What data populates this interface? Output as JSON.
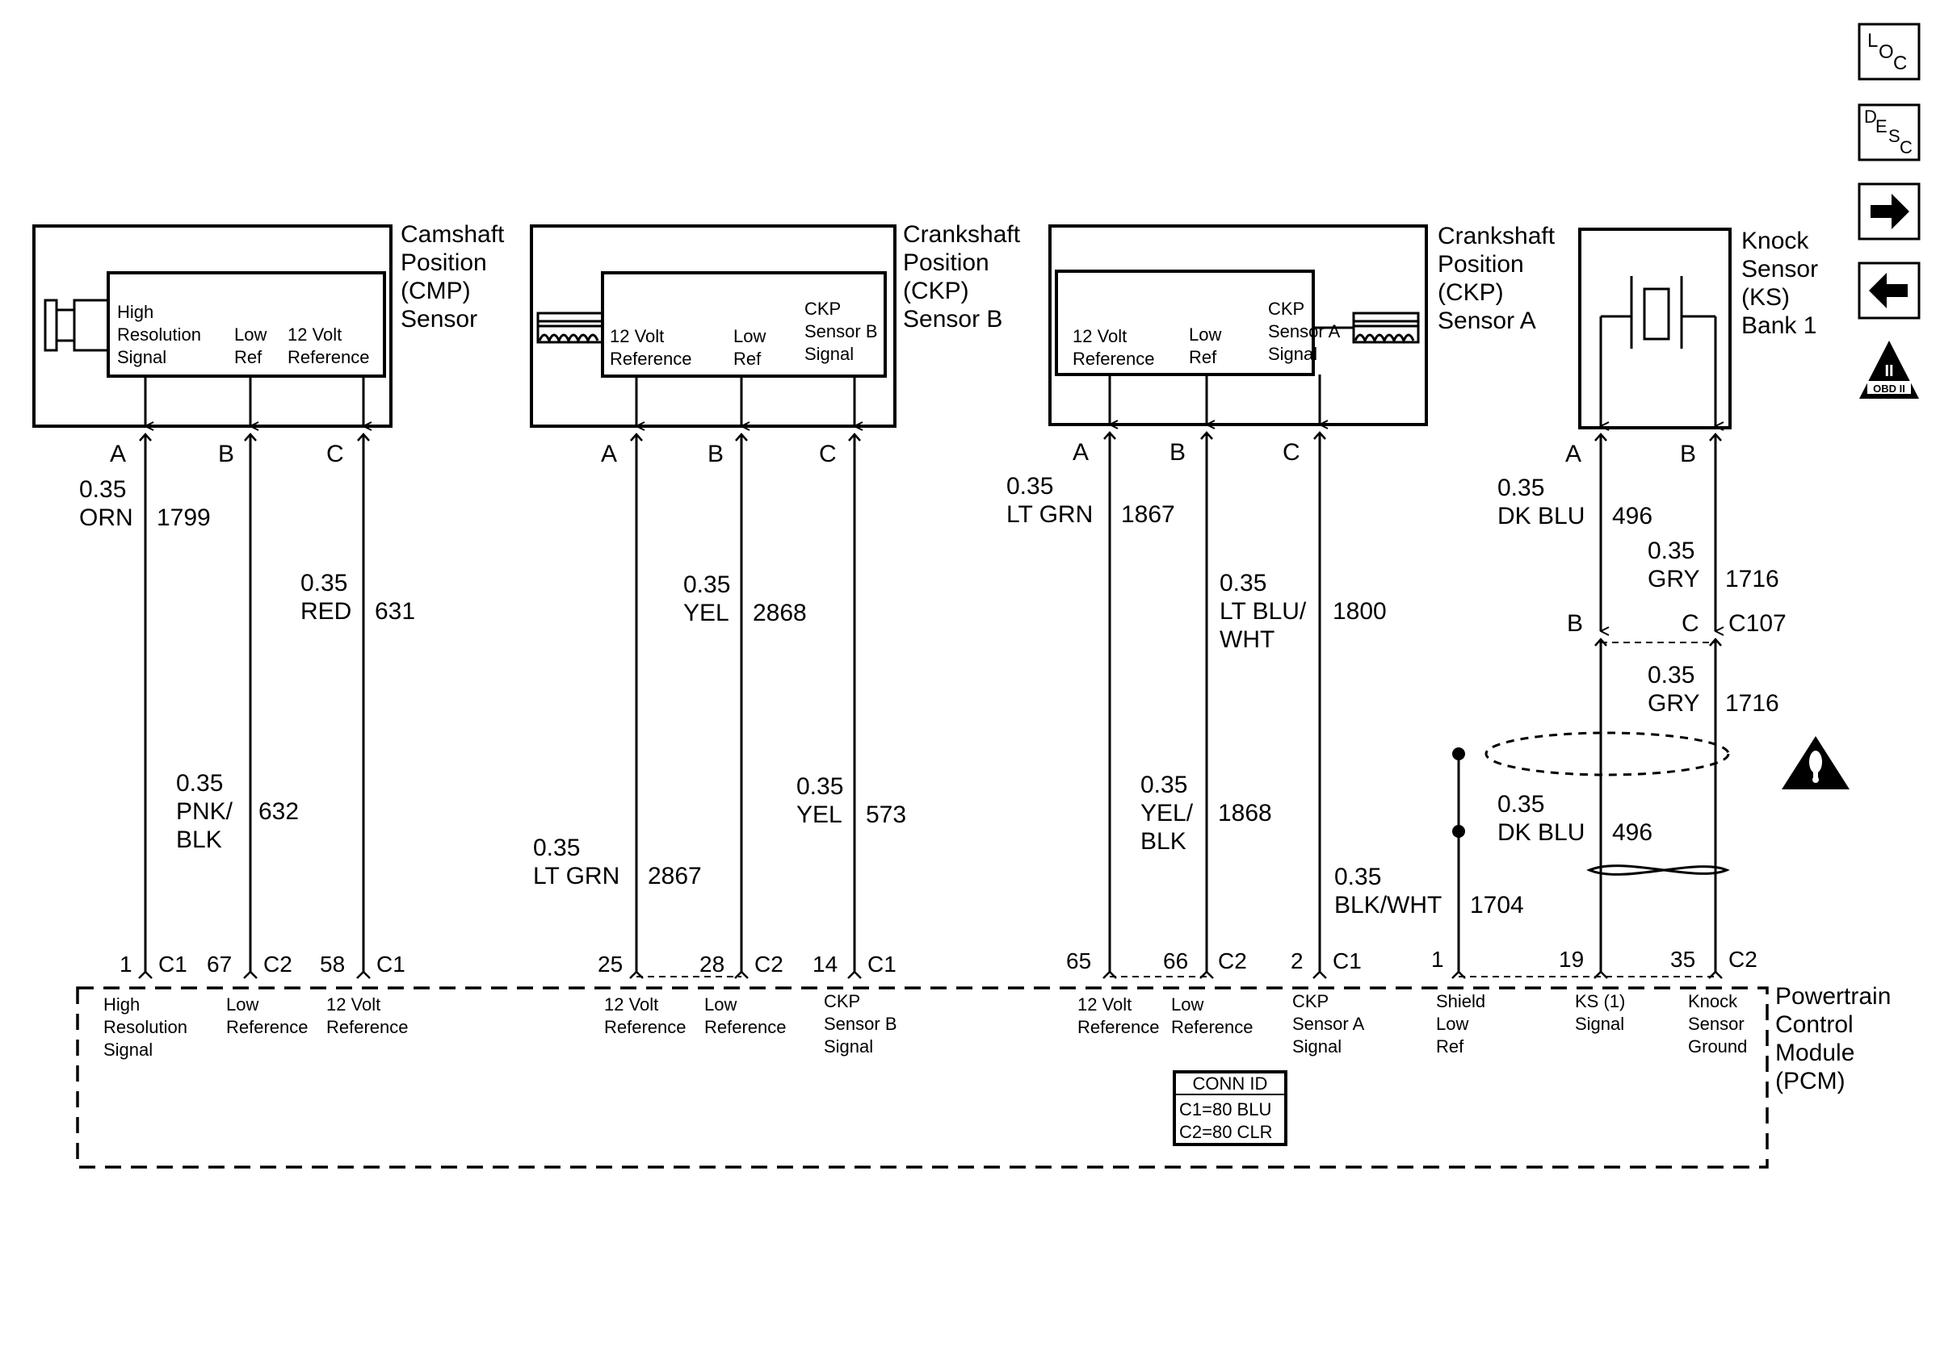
{
  "components": {
    "cmp": {
      "title": [
        "Camshaft",
        "Position",
        "(CMP)",
        "Sensor"
      ],
      "pins": [
        {
          "letter": "A",
          "inner": [
            "High",
            "Resolution",
            "Signal"
          ]
        },
        {
          "letter": "B",
          "inner": [
            "Low",
            "Ref"
          ]
        },
        {
          "letter": "C",
          "inner": [
            "12 Volt",
            "Reference"
          ]
        }
      ]
    },
    "ckp_b": {
      "title": [
        "Crankshaft",
        "Position",
        "(CKP)",
        "Sensor B"
      ],
      "pins": [
        {
          "letter": "A",
          "inner": [
            "12 Volt",
            "Reference"
          ]
        },
        {
          "letter": "B",
          "inner": [
            "Low",
            "Ref"
          ]
        },
        {
          "letter": "C",
          "inner": [
            "CKP",
            "Sensor B",
            "Signal"
          ]
        }
      ]
    },
    "ckp_a": {
      "title": [
        "Crankshaft",
        "Position",
        "(CKP)",
        "Sensor A"
      ],
      "pins": [
        {
          "letter": "A",
          "inner": [
            "12 Volt",
            "Reference"
          ]
        },
        {
          "letter": "B",
          "inner": [
            "Low",
            "Ref"
          ]
        },
        {
          "letter": "C",
          "inner": [
            "CKP",
            "Sensor A",
            "Signal"
          ]
        }
      ]
    },
    "ks": {
      "title": [
        "Knock",
        "Sensor",
        "(KS)",
        "Bank 1"
      ],
      "pins": [
        {
          "letter": "A"
        },
        {
          "letter": "B"
        }
      ]
    }
  },
  "wires": {
    "cmp_a": {
      "gauge": "0.35",
      "color": [
        "ORN"
      ],
      "circuit": "1799"
    },
    "cmp_c": {
      "gauge": "0.35",
      "color": [
        "RED"
      ],
      "circuit": "631"
    },
    "cmp_b": {
      "gauge": "0.35",
      "color": [
        "PNK/",
        "BLK"
      ],
      "circuit": "632"
    },
    "ckpb_a": {
      "gauge": "0.35",
      "color": [
        "LT GRN"
      ],
      "circuit": "2867"
    },
    "ckpb_b": {
      "gauge": "0.35",
      "color": [
        "YEL"
      ],
      "circuit": "2868"
    },
    "ckpb_c": {
      "gauge": "0.35",
      "color": [
        "YEL"
      ],
      "circuit": "573"
    },
    "ckpa_a": {
      "gauge": "0.35",
      "color": [
        "LT GRN"
      ],
      "circuit": "1867"
    },
    "ckpa_c": {
      "gauge": "0.35",
      "color": [
        "LT BLU/",
        "WHT"
      ],
      "circuit": "1800"
    },
    "ckpa_b": {
      "gauge": "0.35",
      "color": [
        "YEL/",
        "BLK"
      ],
      "circuit": "1868"
    },
    "shield": {
      "gauge": "0.35",
      "color": [
        "BLK/WHT"
      ],
      "circuit": "1704"
    },
    "ks_a_top": {
      "gauge": "0.35",
      "color": [
        "DK BLU"
      ],
      "circuit": "496"
    },
    "ks_b_top": {
      "gauge": "0.35",
      "color": [
        "GRY"
      ],
      "circuit": "1716"
    },
    "ks_b_bot": {
      "gauge": "0.35",
      "color": [
        "GRY"
      ],
      "circuit": "1716"
    },
    "ks_a_bot": {
      "gauge": "0.35",
      "color": [
        "DK BLU"
      ],
      "circuit": "496"
    }
  },
  "inline_connector": {
    "name": "C107",
    "pin_a": "B",
    "pin_b": "C"
  },
  "pcm": {
    "title": [
      "Powertrain",
      "Control",
      "Module",
      "(PCM)"
    ],
    "pins": [
      {
        "num": "1",
        "conn": "C1",
        "label": [
          "High",
          "Resolution",
          "Signal"
        ]
      },
      {
        "num": "67",
        "conn": "C2",
        "label": [
          "Low",
          "Reference"
        ]
      },
      {
        "num": "58",
        "conn": "C1",
        "label": [
          "12 Volt",
          "Reference"
        ]
      },
      {
        "num": "25",
        "conn": "",
        "label": [
          "12 Volt",
          "Reference"
        ]
      },
      {
        "num": "28",
        "conn": "C2",
        "label": [
          "Low",
          "Reference"
        ]
      },
      {
        "num": "14",
        "conn": "C1",
        "label": [
          "CKP",
          "Sensor B",
          "Signal"
        ]
      },
      {
        "num": "65",
        "conn": "",
        "label": [
          "12 Volt",
          "Reference"
        ]
      },
      {
        "num": "66",
        "conn": "C2",
        "label": [
          "Low",
          "Reference"
        ]
      },
      {
        "num": "2",
        "conn": "C1",
        "label": [
          "CKP",
          "Sensor A",
          "Signal"
        ]
      },
      {
        "num": "1",
        "conn": "",
        "label": [
          "Shield",
          "Low",
          "Ref"
        ]
      },
      {
        "num": "19",
        "conn": "",
        "label": [
          "KS (1)",
          "Signal"
        ]
      },
      {
        "num": "35",
        "conn": "C2",
        "label": [
          "Knock",
          "Sensor",
          "Ground"
        ]
      }
    ],
    "conn_id": {
      "title": "CONN ID",
      "lines": [
        "C1=80 BLU",
        "C2=80 CLR"
      ]
    }
  },
  "nav": {
    "loc": [
      "L",
      "O",
      "C"
    ],
    "desc": [
      "D",
      "E",
      "S",
      "C"
    ],
    "obd": [
      "II",
      "OBD II"
    ]
  }
}
